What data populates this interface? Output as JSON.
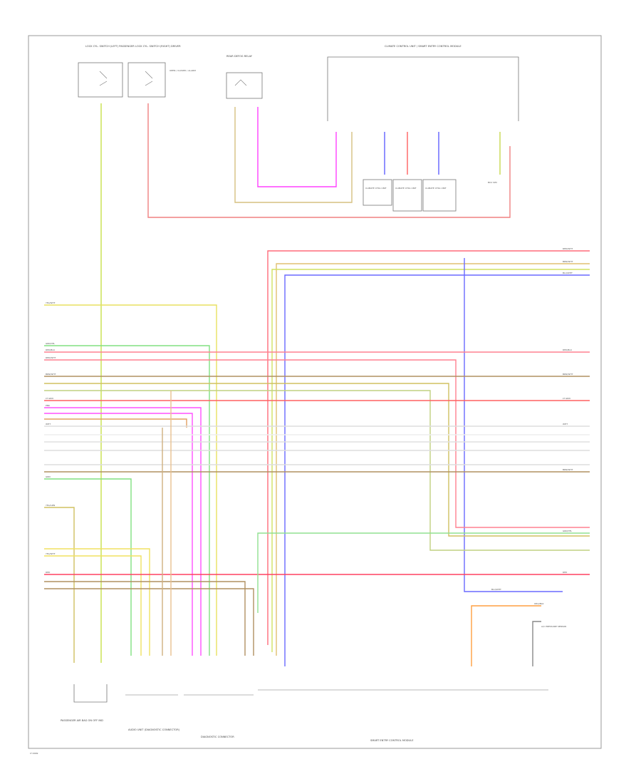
{
  "diagram": {
    "footer_code": "I7:0099",
    "components": {
      "switch_a": "LOCK CYL. SWITCH (LEFT) PASSENGER",
      "switch_b": "LOCK CYL. SWITCH (RIGHT) DRIVER",
      "switch_note": "OPEN / CLOSED / ALARM",
      "relay": "REAR DEFOG RELAY",
      "top_module": "CLIMATE CONTROL UNIT / SMART ENTRY CONTROL MODULE",
      "sub_block_1": "CLIMATE CTRL UNIT",
      "sub_block_2": "CLIMATE CTRL UNIT",
      "sub_block_3": "CLIMATE CTRL UNIT",
      "sub_block_4": "BCU SIM",
      "bottom_left": "PASSENGER AIR BAG ON OFF IND",
      "bottom_mid_1": "AUDIO UNIT (DIAGNOSTIC CONNECTOR)",
      "bottom_mid_2": "DIAGNOSTIC CONNECTOR",
      "bottom_right": "SMART ENTRY CONTROL MODULE",
      "right_ref": "A/C PRESSURE SENSOR"
    },
    "wire_labels": {
      "yel_wht": "YEL/WHT",
      "grn_yel": "GRN/YEL",
      "red_blk": "RED/BLK",
      "brn_wht": "BRN/WHT",
      "red_wht": "RED/WHT",
      "lt_grn": "LT GRN",
      "wht": "WHT",
      "red": "RED",
      "blu_wht": "BLU/WHT",
      "org_blk": "ORG/BLK",
      "grn_blk": "GRN/BLK",
      "yel_grn": "YEL/GRN",
      "grn": "GRN",
      "pnk": "PNK"
    }
  }
}
